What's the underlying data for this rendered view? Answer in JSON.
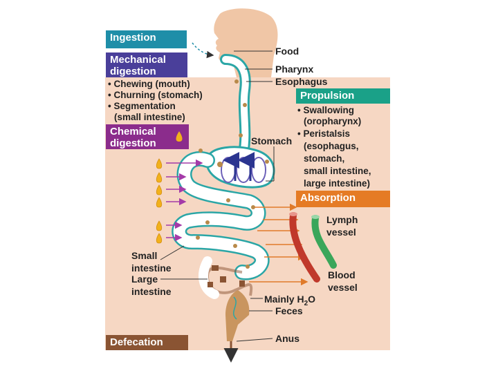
{
  "colors": {
    "background_panel": "#f6d7c3",
    "head": "#f0c6a6",
    "ingestion": "#1f8ea8",
    "mechanical": "#4a3f9a",
    "chemical": "#8b2c8c",
    "propulsion": "#1aa188",
    "absorption": "#e57b25",
    "defecation": "#8a5433",
    "lymph_vessel": "#3aa65a",
    "blood_vessel": "#c0392b",
    "tract_wall": "#2aa6a6"
  },
  "banners": {
    "ingestion": "Ingestion",
    "mechanical": "Mechanical digestion",
    "chemical": "Chemical digestion",
    "propulsion": "Propulsion",
    "absorption": "Absorption",
    "defecation": "Defecation"
  },
  "mechanical_items": {
    "chewing": "• Chewing (mouth)",
    "churning": "• Churning (stomach)",
    "segmentation_1": "• Segmentation",
    "segmentation_2": "(small intestine)"
  },
  "propulsion_items": {
    "swallowing_1": "• Swallowing",
    "swallowing_2": "(oropharynx)",
    "peristalsis_1": "• Peristalsis",
    "peristalsis_2": "(esophagus,",
    "peristalsis_3": "stomach,",
    "peristalsis_4": "small intestine,",
    "peristalsis_5": "large intestine)"
  },
  "labels": {
    "food": "Food",
    "pharynx": "Pharynx",
    "esophagus": "Esophagus",
    "stomach": "Stomach",
    "lymph_1": "Lymph",
    "lymph_2": "vessel",
    "blood_1": "Blood",
    "blood_2": "vessel",
    "small_1": "Small",
    "small_2": "intestine",
    "large_1": "Large",
    "large_2": "intestine",
    "water_1": "Mainly H",
    "water_sub": "2",
    "water_2": "O",
    "feces": "Feces",
    "anus": "Anus"
  }
}
